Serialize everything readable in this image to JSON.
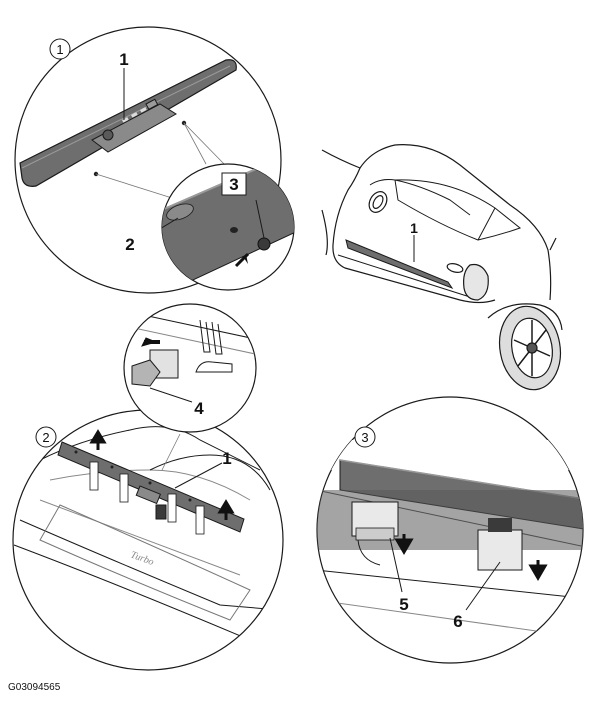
{
  "figure_code": "G03094565",
  "panels": {
    "panel1": {
      "step": "1",
      "callouts": [
        "1",
        "2",
        "3"
      ]
    },
    "car_view": {
      "callouts": [
        "1"
      ]
    },
    "panel2": {
      "step": "2",
      "callouts": [
        "1",
        "4"
      ]
    },
    "panel3": {
      "step": "3",
      "callouts": [
        "5",
        "6"
      ]
    }
  },
  "colors": {
    "part_fill": "#6e6e6e",
    "part_dark": "#4a4a4a",
    "line": "#1a1a1a",
    "detail_fill": "#b4b4b4"
  }
}
